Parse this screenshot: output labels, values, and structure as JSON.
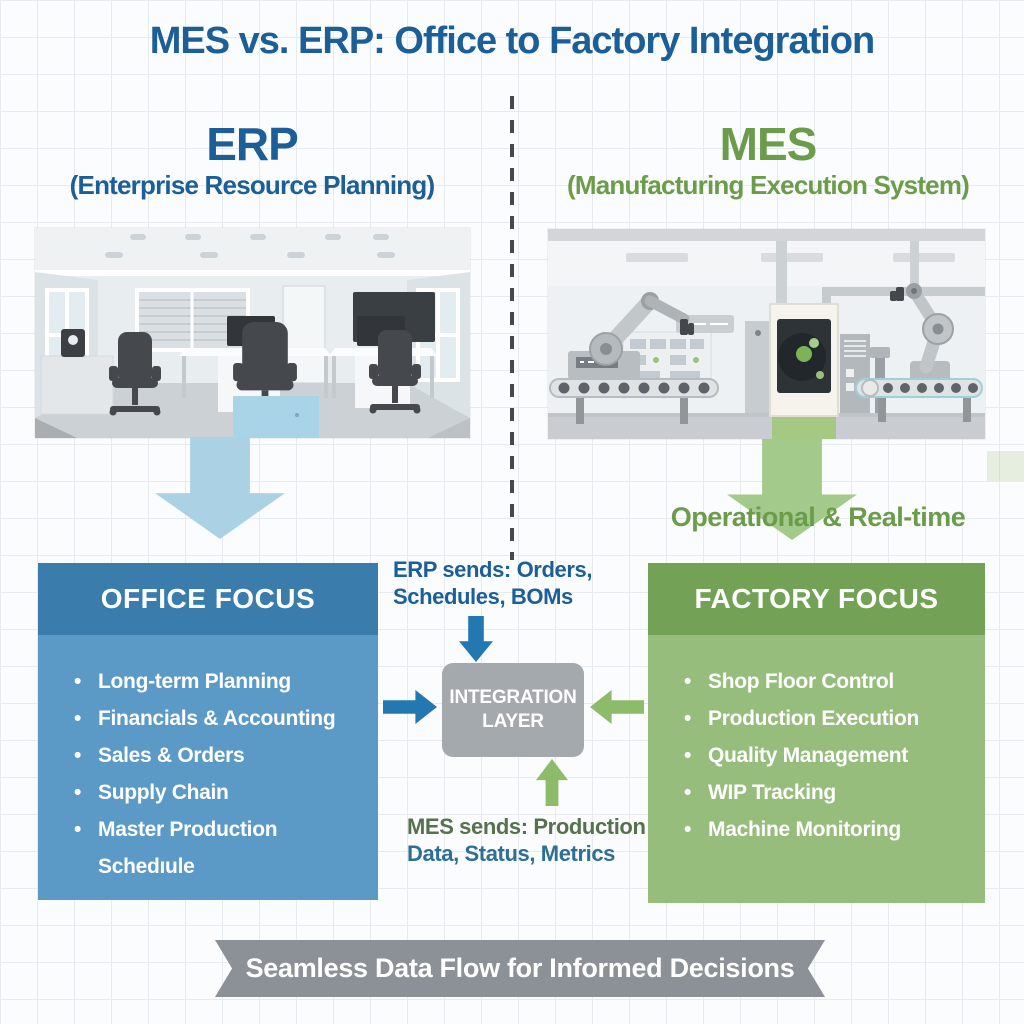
{
  "title": "MES vs. ERP: Office to Factory Integration",
  "erp_section": {
    "heading": "ERP",
    "subheading": "(Enterprise Resource Planning)",
    "sends_line1": "ERP sends: Orders,",
    "sends_line2": "Schedules, BOMs"
  },
  "mes_section": {
    "heading": "MES",
    "subheading": "(Manufacturing Execution System)",
    "arrow_label": "Operational & Real-time",
    "sends_line1": "MES sends: Production",
    "sends_line2": "Data, Status, Metrics"
  },
  "office_focus": {
    "header": "OFFICE FOCUS",
    "items": [
      "Long-term Planning",
      "Financials & Accounting",
      "Sales & Orders",
      "Supply Chain",
      "Master Production Schedıule"
    ]
  },
  "factory_focus": {
    "header": "FACTORY FOCUS",
    "items": [
      "Shop Floor Control",
      "Production Execution",
      "Quality Management",
      "WIP Tracking",
      "Machine Monitoring"
    ]
  },
  "integration": {
    "label_line1": "INTEGRATION",
    "label_line2": "LAYER"
  },
  "footer": {
    "banner": "Seamless Data Flow for Informed Decisions"
  },
  "illustrations": {
    "left": "office-interior",
    "right": "factory-floor"
  },
  "colors": {
    "title_blue": "#1b5e98",
    "mes_green": "#6b9c4a",
    "office_header_bg": "#3a7cac",
    "office_body_bg": "#5b9ac7",
    "factory_header_bg": "#73a257",
    "factory_body_bg": "#97bd7d",
    "integration_bg": "#a4a9ae",
    "arrow_blue": "#2478b2",
    "arrow_green": "#8cbb6a",
    "big_arrow_blue": "#abd2e4",
    "big_arrow_green": "#a3c98b",
    "mes_sends_green": "#56714d",
    "mes_sends_blue": "#2e6f94",
    "ribbon_bg": "#8b9196",
    "divider_gray": "#44494e"
  }
}
